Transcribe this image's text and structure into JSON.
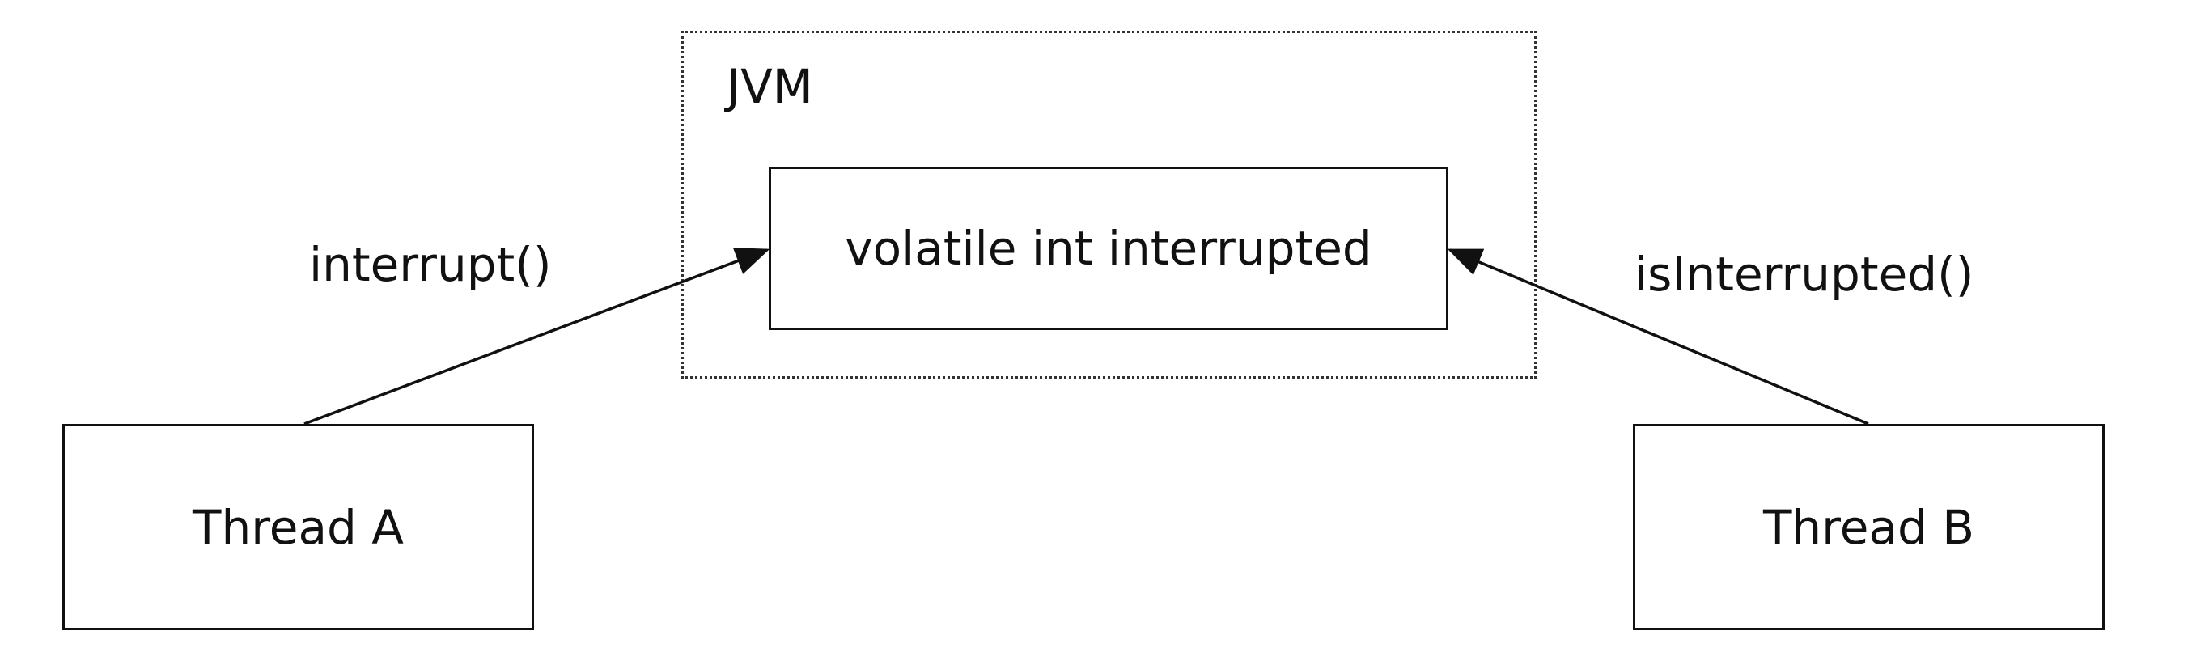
{
  "jvm": {
    "label": "JVM"
  },
  "flag_box": {
    "label": "volatile int interrupted"
  },
  "thread_a": {
    "label": "Thread A",
    "call_label": "interrupt()"
  },
  "thread_b": {
    "label": "Thread B",
    "call_label": "isInterrupted()"
  },
  "colors": {
    "line": "#111111",
    "background": "#ffffff"
  }
}
